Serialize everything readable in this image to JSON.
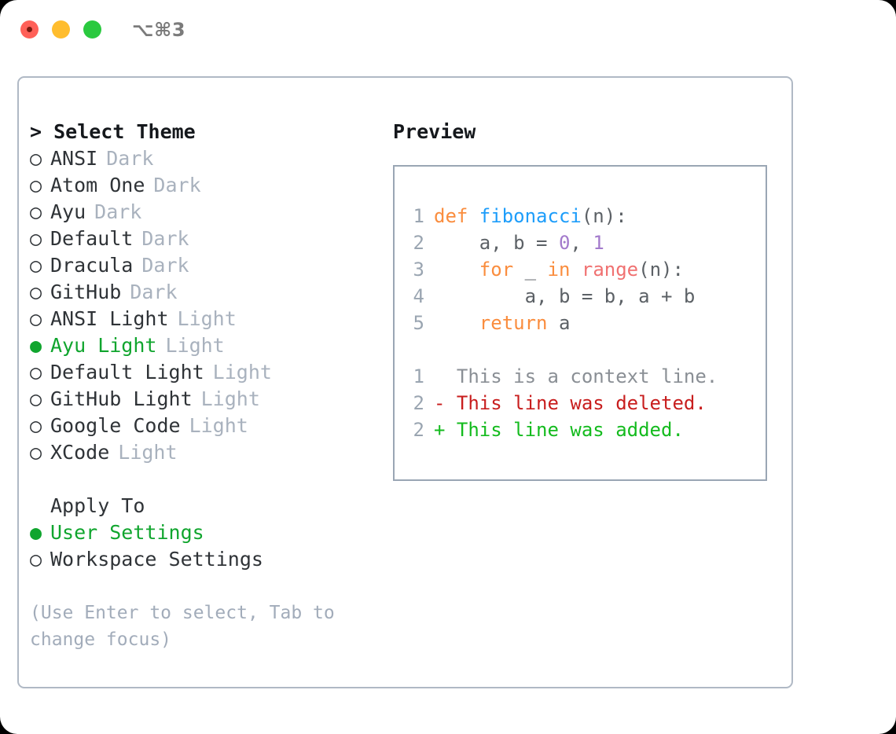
{
  "window": {
    "shortcut": "⌥⌘3",
    "traffic_lights": [
      "close-red",
      "minimize-yellow",
      "maximize-green"
    ]
  },
  "theme_selector": {
    "title": "> Select Theme",
    "prompt_marker": ">",
    "markers": {
      "unselected": "○",
      "selected": "●"
    },
    "accent_color": "#10a52e",
    "items": [
      {
        "label": "ANSI",
        "tag": "Dark",
        "selected": false
      },
      {
        "label": "Atom One",
        "tag": "Dark",
        "selected": false
      },
      {
        "label": "Ayu",
        "tag": "Dark",
        "selected": false
      },
      {
        "label": "Default",
        "tag": "Dark",
        "selected": false
      },
      {
        "label": "Dracula",
        "tag": "Dark",
        "selected": false
      },
      {
        "label": "GitHub",
        "tag": "Dark",
        "selected": false
      },
      {
        "label": "ANSI Light",
        "tag": "Light",
        "selected": false
      },
      {
        "label": "Ayu Light",
        "tag": "Light",
        "selected": true
      },
      {
        "label": "Default Light",
        "tag": "Light",
        "selected": false
      },
      {
        "label": "GitHub Light",
        "tag": "Light",
        "selected": false
      },
      {
        "label": "Google Code",
        "tag": "Light",
        "selected": false
      },
      {
        "label": "XCode",
        "tag": "Light",
        "selected": false
      }
    ]
  },
  "apply_to": {
    "header": "Apply To",
    "items": [
      {
        "label": "User Settings",
        "selected": true
      },
      {
        "label": "Workspace Settings",
        "selected": false
      }
    ]
  },
  "hint": "(Use Enter to select, Tab to change focus)",
  "preview": {
    "title": "Preview",
    "code_lines": [
      {
        "number": "1",
        "tokens": [
          {
            "text": "def ",
            "style": "kw"
          },
          {
            "text": "fibonacci",
            "style": "fn"
          },
          {
            "text": "(n):",
            "style": "plain"
          }
        ]
      },
      {
        "number": "2",
        "tokens": [
          {
            "text": "    a, b = ",
            "style": "plain"
          },
          {
            "text": "0",
            "style": "num"
          },
          {
            "text": ", ",
            "style": "plain"
          },
          {
            "text": "1",
            "style": "num"
          }
        ]
      },
      {
        "number": "3",
        "tokens": [
          {
            "text": "    ",
            "style": "plain"
          },
          {
            "text": "for",
            "style": "kw"
          },
          {
            "text": " _ ",
            "style": "plain"
          },
          {
            "text": "in",
            "style": "kw"
          },
          {
            "text": " ",
            "style": "plain"
          },
          {
            "text": "range",
            "style": "call"
          },
          {
            "text": "(n):",
            "style": "plain"
          }
        ]
      },
      {
        "number": "4",
        "tokens": [
          {
            "text": "        a, b = b, a + b",
            "style": "plain"
          }
        ]
      },
      {
        "number": "5",
        "tokens": [
          {
            "text": "    ",
            "style": "plain"
          },
          {
            "text": "return",
            "style": "kw"
          },
          {
            "text": " a",
            "style": "plain"
          }
        ]
      }
    ],
    "diff_lines": [
      {
        "number": "1",
        "prefix": "  ",
        "text": "This is a context line.",
        "kind": "context"
      },
      {
        "number": "2",
        "prefix": "- ",
        "text": "This line was deleted.",
        "kind": "deleted"
      },
      {
        "number": "2",
        "prefix": "+ ",
        "text": "This line was added.",
        "kind": "added"
      }
    ],
    "colors": {
      "keyword": "#fa8d3e",
      "function": "#1d9dfa",
      "number": "#a37acc",
      "call": "#f07171",
      "plain": "#5c6166",
      "linenumber": "#9aa5b1",
      "diff_context": "#8a8f95",
      "diff_deleted": "#c81e1e",
      "diff_added": "#14bb1e"
    }
  }
}
